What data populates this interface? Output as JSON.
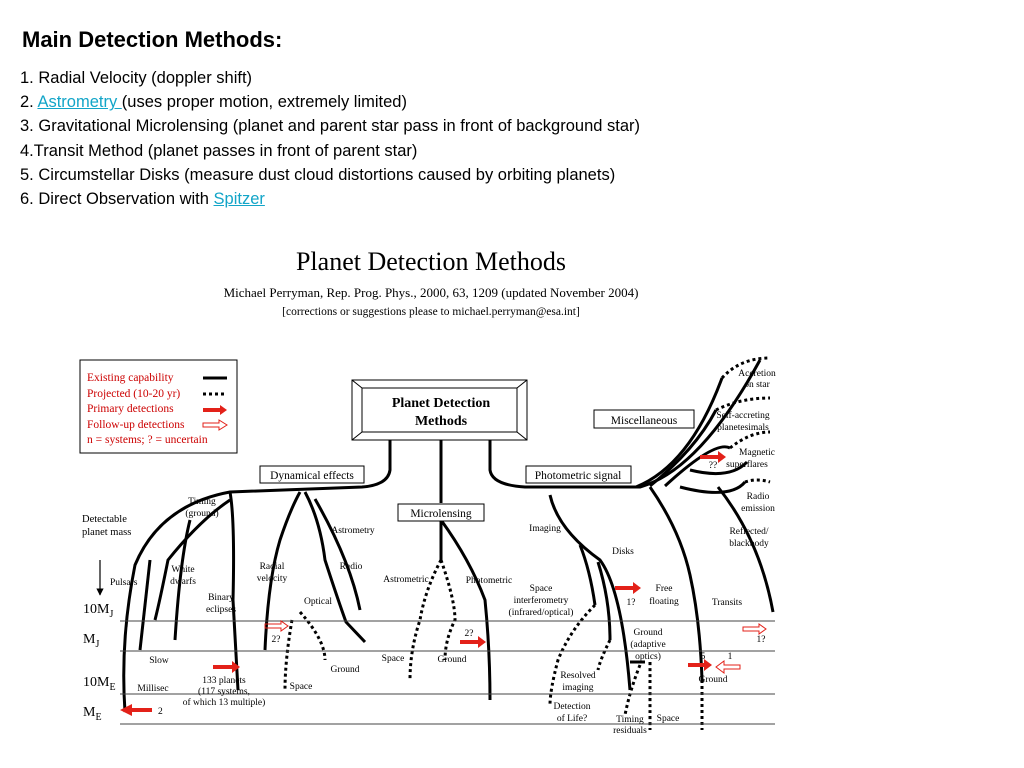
{
  "slide": {
    "heading": "Main Detection Methods:",
    "items": [
      {
        "num": "1. ",
        "text": "Radial Velocity (doppler shift)"
      },
      {
        "num": "2. ",
        "link": "Astrometry ",
        "text": " (uses proper motion, extremely limited)"
      },
      {
        "num": "3. ",
        "text": "Gravitational Microlensing (planet and parent star pass in front of background star)"
      },
      {
        "num": "4.",
        "text": "Transit Method (planet passes in front of parent star)"
      },
      {
        "num": "5. ",
        "text": "Circumstellar Disks (measure dust cloud distortions caused by orbiting planets)"
      },
      {
        "num": "6. ",
        "text": "Direct Observation with ",
        "link": "Spitzer"
      }
    ],
    "link_color": "#12a5c8"
  },
  "figure": {
    "title": "Planet Detection Methods",
    "citation": "Michael Perryman, Rep. Prog. Phys., 2000, 63, 1209 (updated November 2004)",
    "corrections": "[corrections or suggestions please to michael.perryman@esa.int]",
    "legend": {
      "existing": "Existing capability",
      "projected": "Projected (10-20 yr)",
      "primary": "Primary detections",
      "followup": "Follow-up detections",
      "note": "n = systems; ? = uncertain",
      "text_color": "#cc0000",
      "arrow_color": "#e32119"
    },
    "root": {
      "line1": "Planet Detection",
      "line2": "Methods"
    },
    "groups": {
      "dynamical": "Dynamical effects",
      "microlensing": "Microlensing",
      "photometric": "Photometric signal",
      "misc": "Miscellaneous"
    },
    "mass_axis": {
      "label_line1": "Detectable",
      "label_line2": "planet mass",
      "levels": [
        {
          "base": "10M",
          "sub": "J"
        },
        {
          "base": "M",
          "sub": "J"
        },
        {
          "base": "10M",
          "sub": "E"
        },
        {
          "base": "M",
          "sub": "E"
        }
      ]
    },
    "labels": {
      "timing_ground_1": "Timing",
      "timing_ground_2": "(ground)",
      "pulsars": "Pulsars",
      "white_1": "White",
      "white_2": "dwarfs",
      "binary_1": "Binary",
      "binary_2": "eclipses",
      "radial_1": "Radial",
      "radial_2": "velocity",
      "astrometry": "Astrometry",
      "radio": "Radio",
      "optical": "Optical",
      "slow": "Slow",
      "millisec": "Millisec",
      "planets_1": "133 planets",
      "planets_2": "(117 systems,",
      "planets_3": "of which 13 multiple)",
      "space_optical": "Space",
      "ground_optical": "Ground",
      "astrometric": "Astrometric",
      "photometric": "Photometric",
      "space_micro": "Space",
      "ground_micro": "Ground",
      "imaging": "Imaging",
      "disks": "Disks",
      "sint_1": "Space",
      "sint_2": "interferometry",
      "sint_3": "(infrared/optical)",
      "free_1": "Free",
      "free_2": "floating",
      "resolved_1": "Resolved",
      "resolved_2": "imaging",
      "life_1": "Detection",
      "life_2": "of Life?",
      "timing_res_1": "Timing",
      "timing_res_2": "residuals",
      "space_imaging": "Space",
      "gao_1": "Ground",
      "gao_2": "(adaptive",
      "gao_3": "optics)",
      "transits": "Transits",
      "ground_transits": "Ground",
      "reflected_1": "Reflected/",
      "reflected_2": "blackbody",
      "accretion_1": "Accretion",
      "accretion_2": "on star",
      "selfacc_1": "Self-accreting",
      "selfacc_2": "planetesimals",
      "magnetic_1": "Magnetic",
      "magnetic_2": "superflares",
      "radio_em_1": "Radio",
      "radio_em_2": "emission"
    },
    "counts": {
      "ms": "2",
      "opt_fu": "2?",
      "micro_pd": "2?",
      "free_fu": "1?",
      "tr_pd": "5",
      "tr_fu": "1",
      "tr_right": "1?",
      "mag": "??"
    }
  }
}
